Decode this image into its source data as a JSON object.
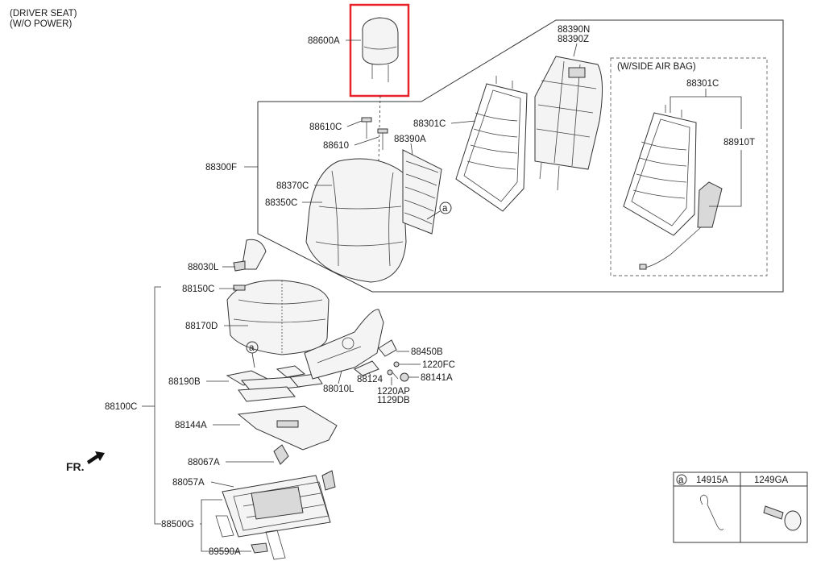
{
  "header": {
    "line1": "(DRIVER SEAT)",
    "line2": "(W/O POWER)"
  },
  "callouts": {
    "headrest": "88600A",
    "guide_headrest_c": "88610C",
    "guide_headrest": "88610",
    "back_assy": "88300F",
    "back_cover": "88370C",
    "back_pad": "88350C",
    "back_support": "88390A",
    "back_frame": "88301C",
    "back_board_n": "88390N",
    "back_board_z": "88390Z",
    "side_airbag_frame": "88301C",
    "side_airbag_module": "88910T",
    "cover_l": "88030L",
    "cushion_cover": "88150C",
    "cushion_pad": "88170D",
    "cushion_assy": "88100C",
    "cushion_spring": "88190B",
    "heater_mat": "88144A",
    "bracket_a": "88067A",
    "bracket_b": "88057A",
    "track_assy": "88500G",
    "cover_track": "89590A",
    "shield_l": "88010L",
    "knob": "88450B",
    "screw_fc": "1220FC",
    "lever": "88124",
    "cap": "88141A",
    "screw_ap": "1220AP",
    "screw_db": "1129DB"
  },
  "ref_markers": {
    "a1": "a",
    "a2": "a"
  },
  "side_airbag": {
    "title": "(W/SIDE AIR BAG)"
  },
  "direction": {
    "label": "FR."
  },
  "legend": {
    "marker": "a",
    "col1": "14915A",
    "col2": "1249GA"
  },
  "colors": {
    "highlight": "#e8232a",
    "line": "#333333"
  }
}
